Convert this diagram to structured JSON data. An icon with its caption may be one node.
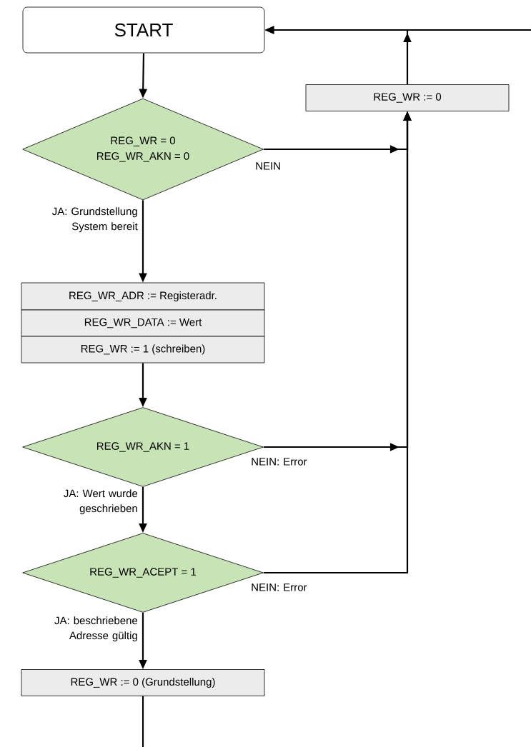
{
  "diagram": {
    "nodes": [
      {
        "text": [
          "START"
        ]
      },
      {
        "text": [
          "REG_WR = 0",
          "REG_WR_AKN = 0"
        ]
      },
      {
        "text": [
          "REG_WR_ADR := Registeradr."
        ]
      },
      {
        "text": [
          "REG_WR_DATA := Wert"
        ]
      },
      {
        "text": [
          "REG_WR := 1 (schreiben)"
        ]
      },
      {
        "text": [
          "REG_WR_AKN = 1"
        ]
      },
      {
        "text": [
          "REG_WR_ACEPT = 1"
        ]
      },
      {
        "text": [
          "REG_WR := 0 (Grundstellung)"
        ]
      },
      {
        "text": [
          "REG_WR := 0"
        ]
      }
    ],
    "edges": [
      {
        "from": 0,
        "to": 1,
        "arrow": "to"
      },
      {
        "from": 1,
        "to": 2,
        "arrow": "to",
        "label": "JA: Grundstellung System bereit"
      },
      {
        "from": 1,
        "to": 8,
        "arrow": "to",
        "label": "NEIN"
      },
      {
        "from": 4,
        "to": 5,
        "arrow": "to"
      },
      {
        "from": 5,
        "to": 6,
        "arrow": "to",
        "label": "JA: Wert wurde geschrieben"
      },
      {
        "from": 5,
        "to": 8,
        "arrow": "to",
        "label": "NEIN: Error"
      },
      {
        "from": 6,
        "to": 7,
        "arrow": "to",
        "label": "JA: beschriebene Adresse gültig"
      },
      {
        "from": 6,
        "to": 8,
        "arrow": "to",
        "label": "NEIN: Error"
      },
      {
        "from": 8,
        "to": 0,
        "arrow": "to"
      },
      {
        "from": null,
        "to": 0,
        "arrow": "to"
      },
      {
        "from": 7,
        "to": null,
        "arrow": "none"
      }
    ]
  }
}
